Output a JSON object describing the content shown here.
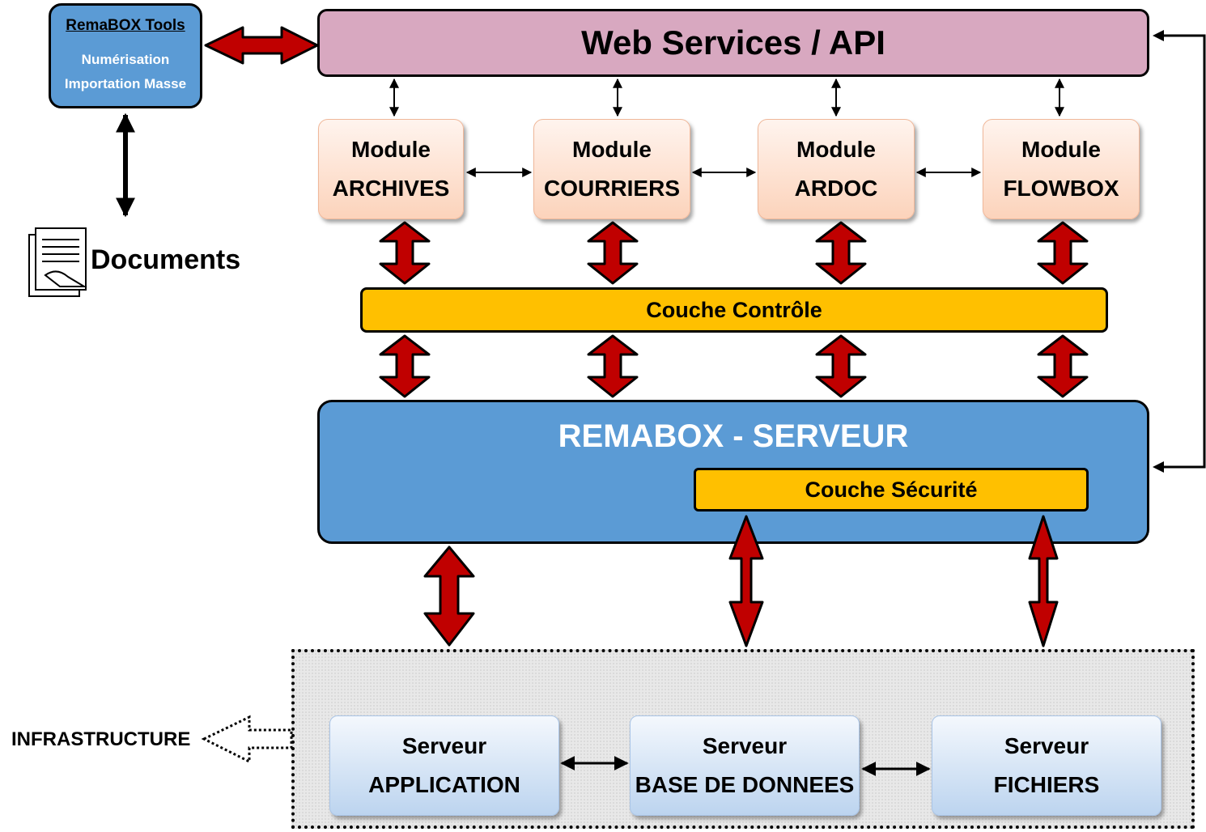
{
  "tools": {
    "title": "RemaBOX Tools",
    "line1": "Numérisation",
    "line2": "Importation Masse"
  },
  "documents_label": "Documents",
  "api_label": "Web Services / API",
  "modules": [
    {
      "line1": "Module",
      "line2": "ARCHIVES"
    },
    {
      "line1": "Module",
      "line2": "COURRIERS"
    },
    {
      "line1": "Module",
      "line2": "ARDOC"
    },
    {
      "line1": "Module",
      "line2": "FLOWBOX"
    }
  ],
  "control_layer": "Couche Contrôle",
  "server_title": "REMABOX - SERVEUR",
  "security_layer": "Couche Sécurité",
  "infrastructure_label": "INFRASTRUCTURE",
  "servers": [
    {
      "line1": "Serveur",
      "line2": "APPLICATION"
    },
    {
      "line1": "Serveur",
      "line2": "BASE DE DONNEES"
    },
    {
      "line1": "Serveur",
      "line2": "FICHIERS"
    }
  ],
  "colors": {
    "api": "#d8a8c0",
    "module": "#fcd3bb",
    "layer": "#ffc000",
    "server": "#5b9bd5",
    "arrow_red": "#c00000"
  }
}
